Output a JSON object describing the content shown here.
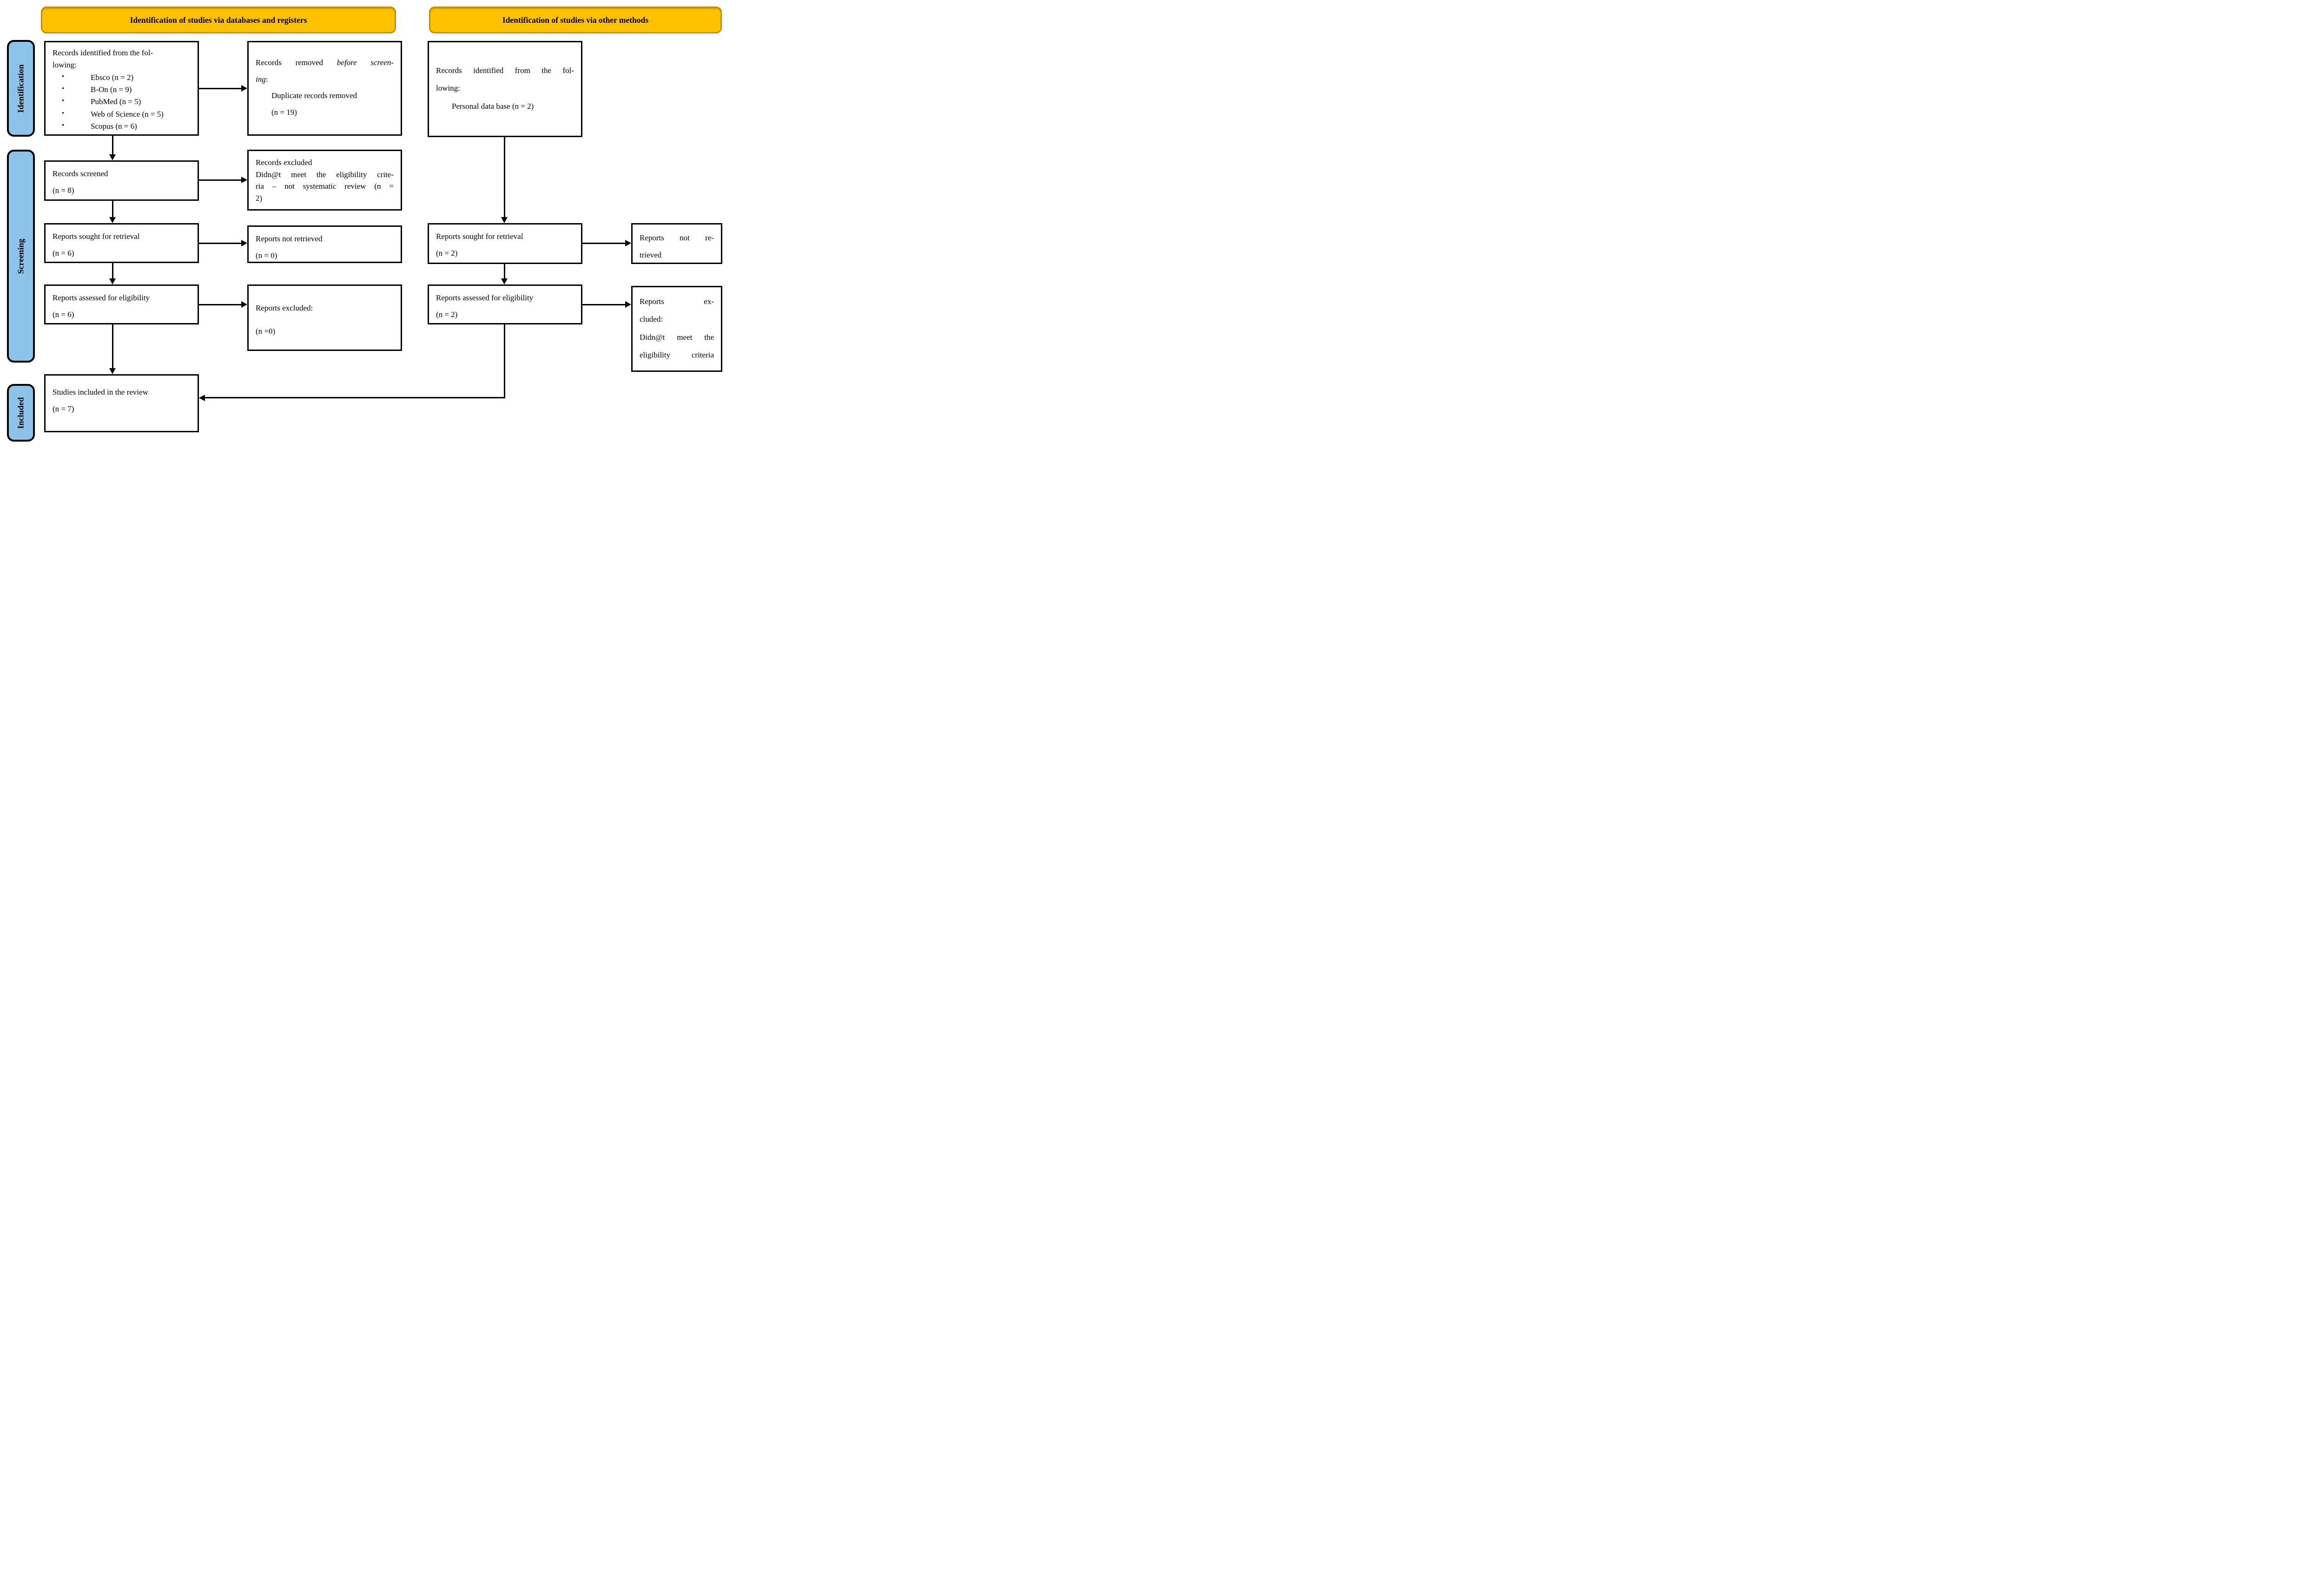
{
  "banners": {
    "left": "Identification of studies via databases and registers",
    "right": "Identification of studies via other methods"
  },
  "sidebar": {
    "identification": "Identification",
    "screening": "Screening",
    "included": "Included"
  },
  "boxes": {
    "records_identified_db": {
      "lines": [
        "Records identified from the fol-",
        "lowing:"
      ],
      "bullets": [
        "Ebsco (n = 2)",
        "B-On (n = 9)",
        "PubMed (n = 5)",
        "Web of Science (n = 5)",
        "Scopus (n = 6)"
      ]
    },
    "records_removed": {
      "plain": "Records removed ",
      "italic1": "before screen-",
      "italic2": "ing",
      "colon": ":",
      "line2": "Duplicate records removed",
      "line3": "(n = 19)"
    },
    "records_identified_other": {
      "lines": [
        "Records identified from the fol-",
        "lowing:"
      ],
      "indented": "Personal data base (n = 2)"
    },
    "records_screened": {
      "label": "Records screened",
      "count": "(n = 8)"
    },
    "records_excluded": {
      "lines": [
        "Records excluded",
        "Didn@t meet the eligibility crite-",
        "ria – not systematic review (n =",
        "2)"
      ]
    },
    "reports_sought_db": {
      "label": "Reports sought for retrieval",
      "count": "(n = 6)"
    },
    "reports_not_retrieved_db": {
      "label": "Reports not retrieved",
      "count": "(n = 0)"
    },
    "reports_sought_other": {
      "label": "Reports sought for retrieval",
      "count": "(n = 2)"
    },
    "reports_not_retrieved_other": {
      "lines": [
        "Reports not re-",
        "trieved"
      ]
    },
    "reports_assessed_db": {
      "label": "Reports assessed for eligibility",
      "count": "(n = 6)"
    },
    "reports_excluded_db": {
      "label": "Reports excluded:",
      "count": "(n =0)"
    },
    "reports_assessed_other": {
      "label": "Reports assessed for eligibility",
      "count": "(n = 2)"
    },
    "reports_excluded_other": {
      "lines": [
        "Reports ex-",
        "cluded:",
        "Didn@t meet the",
        "eligibility criteria"
      ]
    },
    "studies_included": {
      "label": "Studies included in the review",
      "count": "(n = 7)"
    }
  },
  "colors": {
    "banner_fill": "#FFC000",
    "banner_border": "#BF9000",
    "sidebar_fill": "#8DC3E9",
    "box_border": "#000000",
    "arrow": "#000000"
  }
}
